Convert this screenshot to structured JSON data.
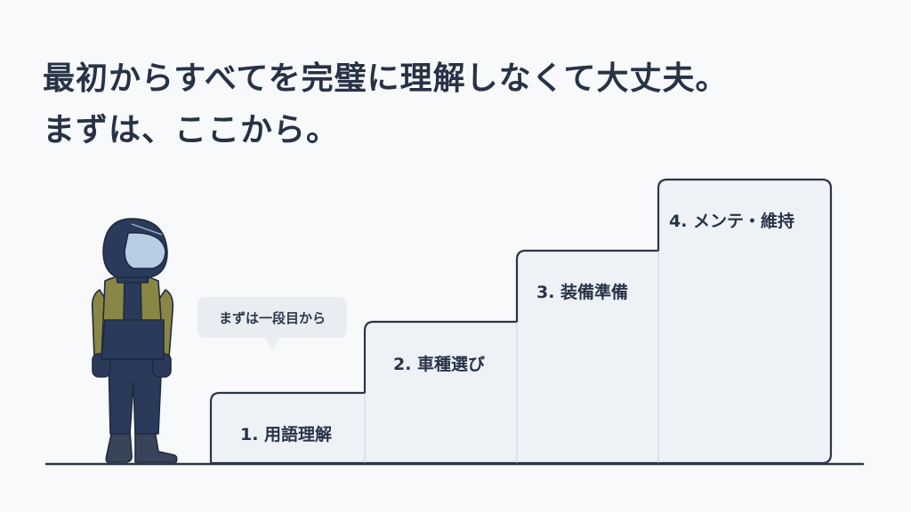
{
  "headline": {
    "line1": "最初からすべてを完璧に理解しなくて大丈夫。",
    "line2": "まずは、ここから。"
  },
  "bubble": {
    "text": "まずは一段目から"
  },
  "steps": [
    {
      "label": "1. 用語理解"
    },
    {
      "label": "2. 車種選び"
    },
    {
      "label": "3. 装備準備"
    },
    {
      "label": "4. メンテ・維持"
    }
  ],
  "colors": {
    "stairs_fill": "#eef1f6",
    "stairs_stroke": "#2c3547",
    "jacket": "#8a8646",
    "suit": "#2b3a5a",
    "visor": "#b9cde4"
  }
}
